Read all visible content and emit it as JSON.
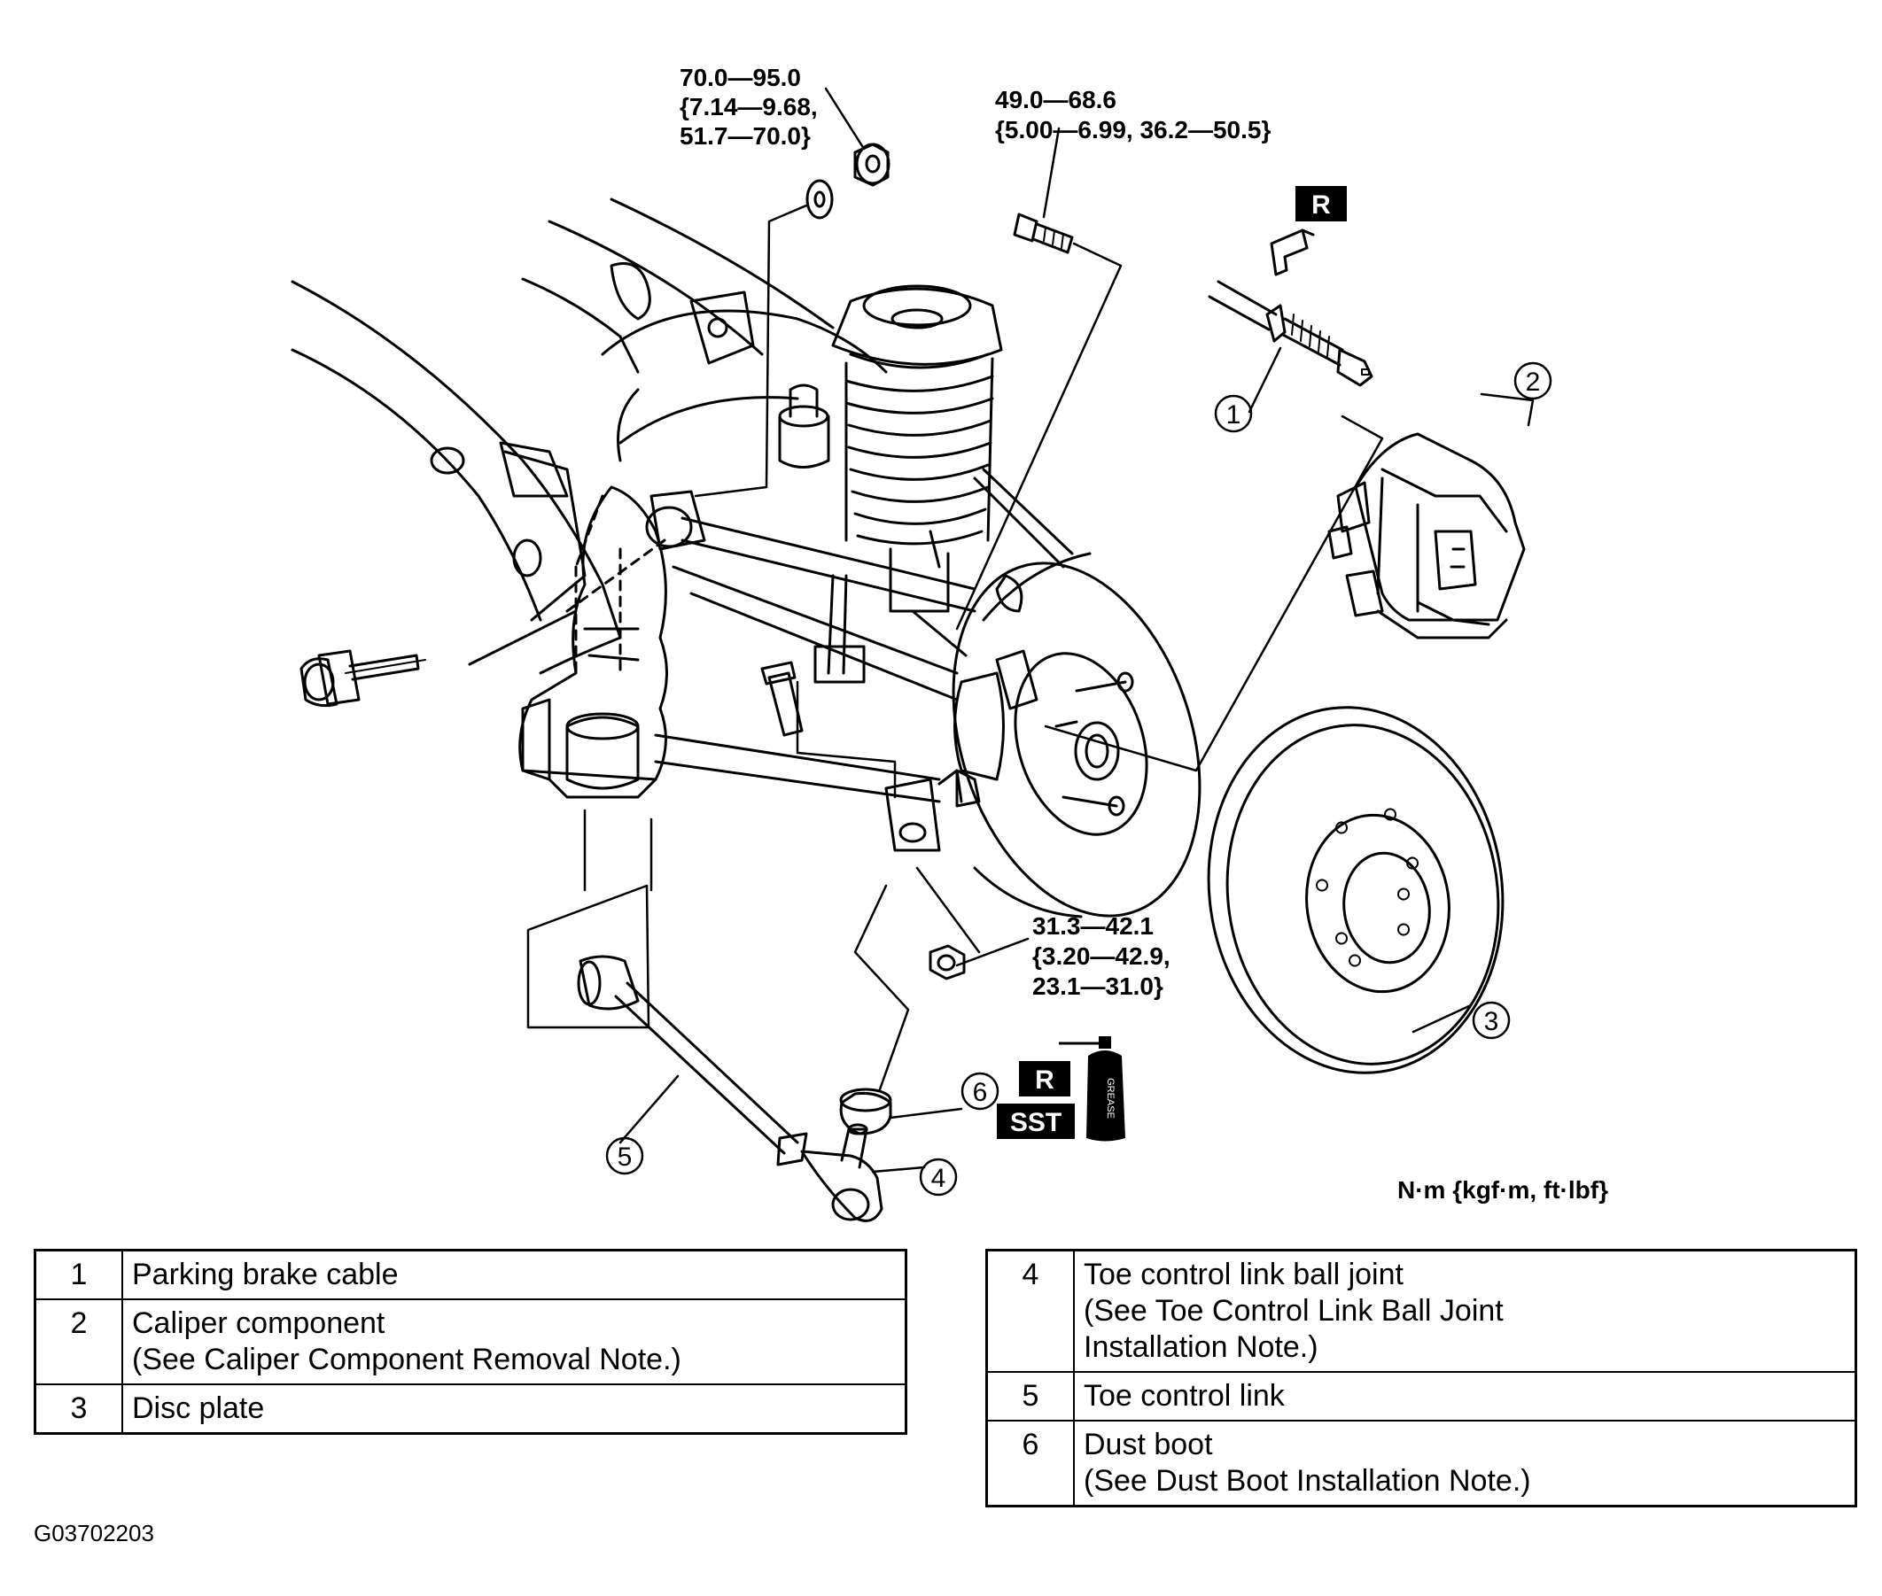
{
  "torque_specs": {
    "strut_nut": [
      "70.0—95.0",
      "{7.14—9.68,",
      "51.7—70.0}"
    ],
    "knuckle_bolt": [
      "49.0—68.6",
      "{5.00—6.99, 36.2—50.5}"
    ],
    "link_nut": [
      "31.3—42.1",
      "{3.20—42.9,",
      "23.1—31.0}"
    ]
  },
  "callouts": [
    "1",
    "2",
    "3",
    "4",
    "5",
    "6"
  ],
  "badges": {
    "replace": "R",
    "special_tool": "SST",
    "grease": "GREASE"
  },
  "units_note": "N·m {kgf·m, ft·lbf}",
  "legend_left": [
    {
      "num": "1",
      "desc": "Parking brake cable"
    },
    {
      "num": "2",
      "desc": "Caliper component\n(See  Caliper Component Removal Note.)"
    },
    {
      "num": "3",
      "desc": "Disc plate"
    }
  ],
  "legend_right": [
    {
      "num": "4",
      "desc": "Toe control link ball joint\n(See  Toe Control Link Ball Joint\nInstallation Note.)"
    },
    {
      "num": "5",
      "desc": "Toe control link"
    },
    {
      "num": "6",
      "desc": "Dust boot\n(See  Dust Boot Installation Note.)"
    }
  ],
  "figure_code": "G03702203"
}
